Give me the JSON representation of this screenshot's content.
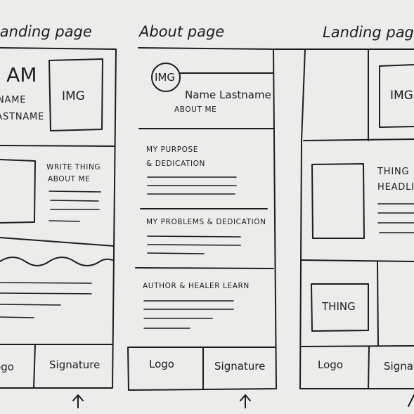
{
  "wireframes": [
    {
      "title": "Landing page",
      "hero": {
        "line1": "I AM",
        "line2": "NAME",
        "line3": "LASTNAME",
        "img": "IMG"
      },
      "section2": {
        "heading1": "WRITE THING",
        "heading2": "ABOUT ME"
      },
      "footer": {
        "logo": "Logo",
        "signature": "Signature"
      }
    },
    {
      "title": "About page",
      "header": {
        "img": "IMG",
        "name": "Name Lastname",
        "subtitle": "ABOUT ME"
      },
      "section1": {
        "heading1": "MY PURPOSE",
        "heading2": "& DEDICATION"
      },
      "section2": {
        "heading": "MY PROBLEMS & DEDICATION"
      },
      "section3": {
        "heading": "AUTHOR & HEALER LEARN"
      },
      "footer": {
        "logo": "Logo",
        "signature": "Signature"
      }
    },
    {
      "title": "Landing page",
      "hero": {
        "img": "IMG"
      },
      "section2": {
        "heading1": "THING",
        "heading2": "HEADLINE"
      },
      "section3": {
        "thing": "THING"
      },
      "footer": {
        "logo": "Logo",
        "signature": "Signature"
      }
    }
  ]
}
